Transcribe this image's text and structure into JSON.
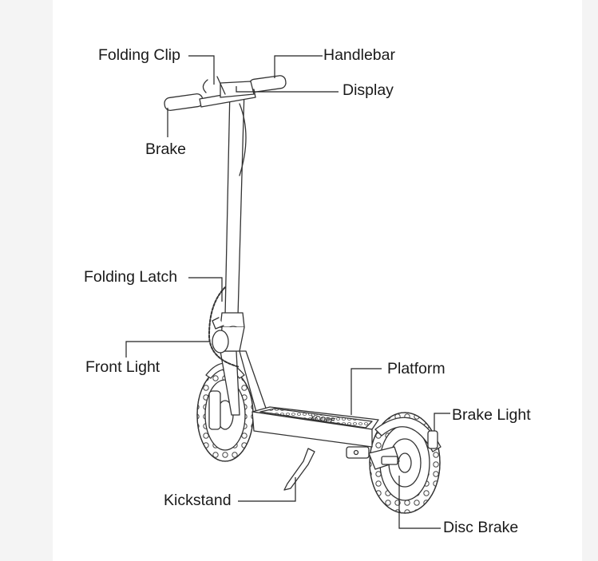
{
  "diagram": {
    "labels": {
      "folding_clip": "Folding Clip",
      "handlebar": "Handlebar",
      "display": "Display",
      "brake": "Brake",
      "folding_latch": "Folding Latch",
      "front_light": "Front Light",
      "platform": "Platform",
      "brake_light": "Brake Light",
      "kickstand": "Kickstand",
      "disc_brake": "Disc Brake"
    },
    "deck_logo": "XCOPE",
    "colors": {
      "page_background": "#f4f4f4",
      "canvas_background": "#ffffff",
      "line": "#333333",
      "text": "#1a1a1a"
    }
  }
}
